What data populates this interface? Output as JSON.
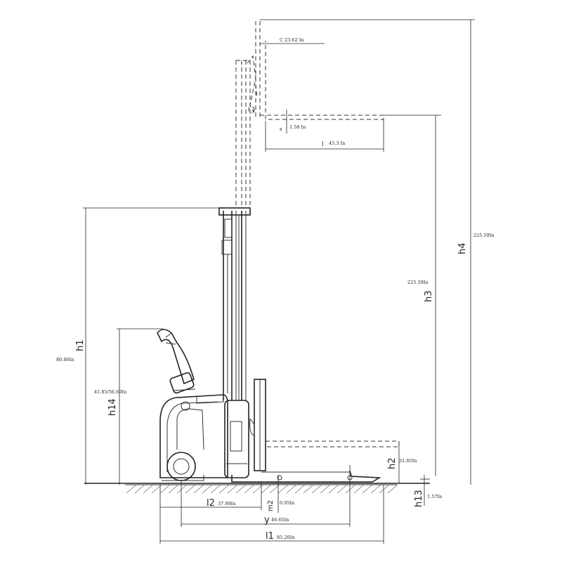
{
  "dimensions": {
    "c": {
      "symbol": "",
      "value": "C 23.62 In"
    },
    "s": {
      "symbol": "s",
      "value": "1.58 In"
    },
    "l": {
      "symbol": "l",
      "value": "45.3 In"
    },
    "h4": {
      "symbol": "h4",
      "value": "225.59In"
    },
    "h3": {
      "symbol": "h3",
      "value": "225.59In"
    },
    "h1": {
      "symbol": "h1",
      "value": "80.86In"
    },
    "h14": {
      "symbol": "h14",
      "value": "41.85/56.69In"
    },
    "h2": {
      "symbol": "h2",
      "value": "31.85In"
    },
    "h13": {
      "symbol": "h13",
      "value": "1.57In"
    },
    "l2": {
      "symbol": "l2",
      "value": "37.99In"
    },
    "m2": {
      "symbol": "m2",
      "value": "0.95In"
    },
    "y": {
      "symbol": "y",
      "value": "46.65In"
    },
    "l1": {
      "symbol": "l1",
      "value": "85.26In"
    }
  }
}
